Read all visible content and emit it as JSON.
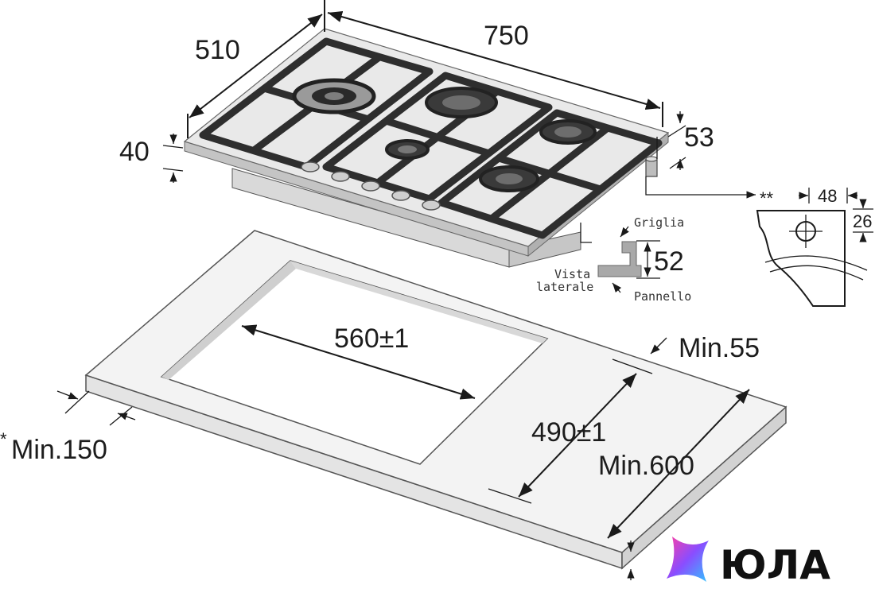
{
  "dimensions": {
    "hob_width": "750",
    "hob_depth": "510",
    "hob_height": "40",
    "side_offset": "53",
    "connector_width": "48",
    "connector_height": "26",
    "connector_marker": "**",
    "profile_height": "52",
    "cutout_width": "560±1",
    "cutout_depth": "490±1",
    "min_back": "Min.55",
    "min_counter_depth": "Min.600",
    "min_side": "Min.150",
    "min_side_marker": "*"
  },
  "labels": {
    "grid": "Griglia",
    "side_view_line1": "Vista",
    "side_view_line2": "laterale",
    "panel": "Pannello"
  },
  "watermark": {
    "brand": "ЮЛА"
  }
}
